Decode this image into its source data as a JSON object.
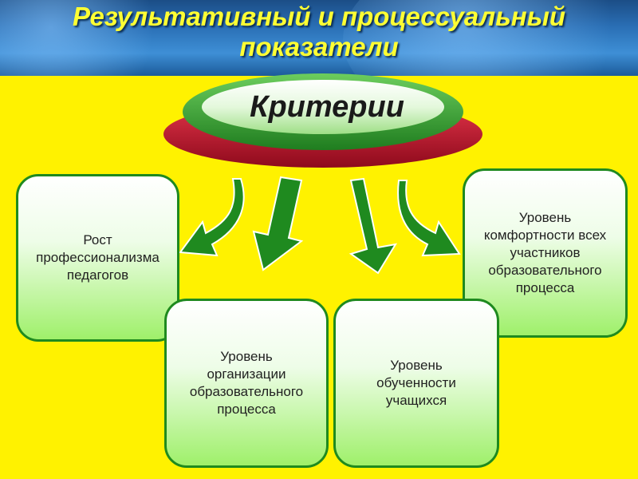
{
  "title": {
    "line1": "Результативный и процессуальный",
    "line2": "показатели"
  },
  "hub": {
    "label": "Критерии"
  },
  "boxes": {
    "left": "Рост\nпрофессионализма\nпедагогов",
    "right": "Уровень\nкомфортности всех\nучастников\nобразовательного\nпроцесса",
    "center_left": "Уровень\nорганизации\nобразовательного\nпроцесса",
    "center_right": "Уровень\nобученности\nучащихся"
  },
  "colors": {
    "background": "#fff200",
    "title_text": "#ffff33",
    "box_border": "#1f8a1f",
    "arrow": "#1f8a1f",
    "hub_outer": "#c8102e",
    "hub_inner": "#4fb54f"
  }
}
